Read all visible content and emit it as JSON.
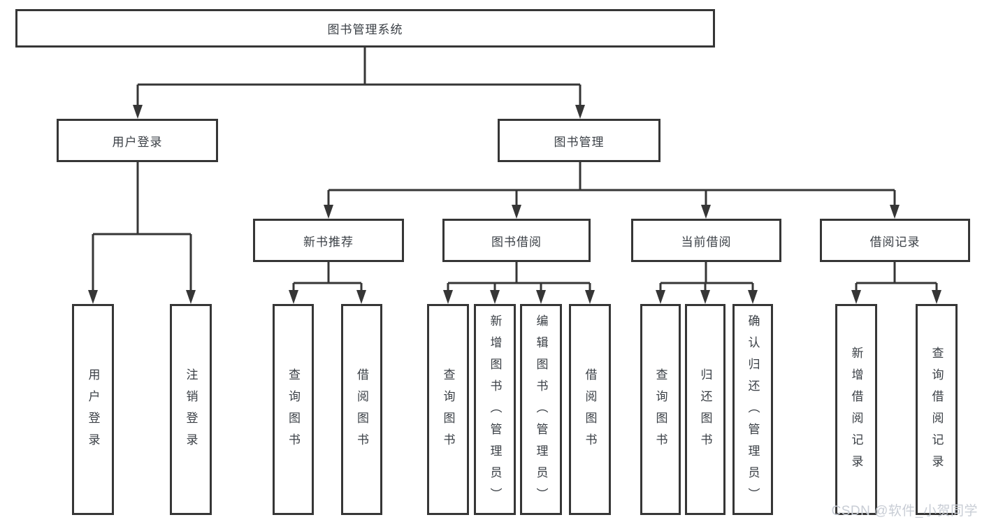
{
  "diagram": {
    "root": {
      "label": "图书管理系统"
    },
    "level2": [
      {
        "label": "用户登录"
      },
      {
        "label": "图书管理"
      }
    ],
    "level3": [
      {
        "label": "新书推荐"
      },
      {
        "label": "图书借阅"
      },
      {
        "label": "当前借阅"
      },
      {
        "label": "借阅记录"
      }
    ],
    "leaves": {
      "user_login": [
        "用户登录",
        "注销登录"
      ],
      "new_book": [
        "查询图书",
        "借阅图书"
      ],
      "book_borrow": [
        "查询图书",
        "新增图书（管理员）",
        "编辑图书（管理员）",
        "借阅图书"
      ],
      "current_borrow": [
        "查询图书",
        "归还图书",
        "确认归还（管理员）"
      ],
      "borrow_record": [
        "新增借阅记录",
        "查询借阅记录"
      ]
    },
    "watermark": "CSDN @软件_小贺同学",
    "colors": {
      "border": "#363636",
      "line": "#363636",
      "text": "#3a3f45",
      "watermark": "#c8cdd5",
      "background": "#ffffff"
    }
  }
}
